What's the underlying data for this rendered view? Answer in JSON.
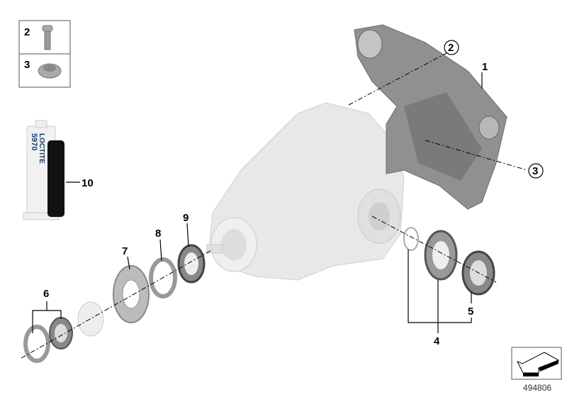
{
  "diagram": {
    "title": "Rear axle differential parts",
    "diagram_number": "494806",
    "callouts": {
      "c1": "1",
      "c2": "2",
      "c3": "3",
      "c4": "4",
      "c5": "5",
      "c6": "6",
      "c7": "7",
      "c8": "8",
      "c9": "9",
      "c10": "10"
    },
    "inset": {
      "bolt_label": "2",
      "plug_label": "3"
    },
    "sealant": {
      "brand": "LOCTITE",
      "product": "5970"
    }
  },
  "colors": {
    "housing": "#e6e6e6",
    "bracket": "#8e8e8e",
    "ring": "#9a9a9a",
    "tube": "#111111"
  }
}
